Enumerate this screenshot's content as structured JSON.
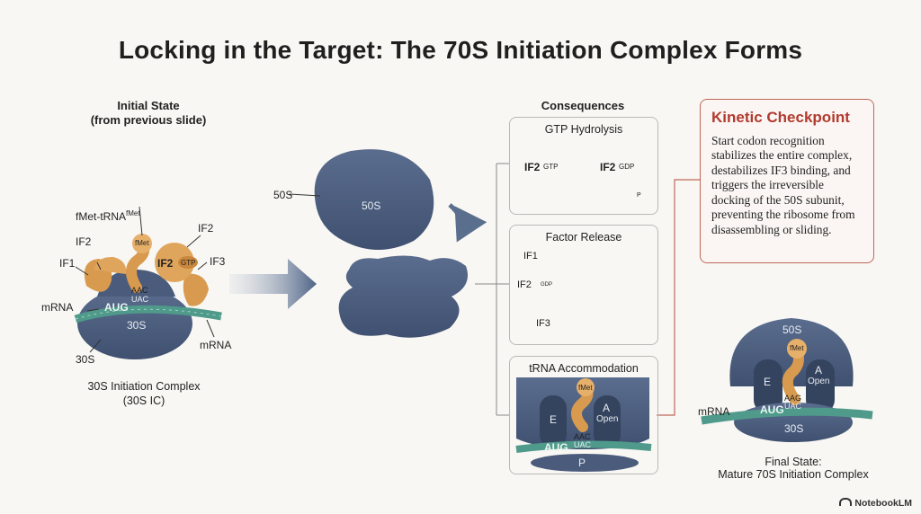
{
  "title": "Locking in the Target: The 70S Initiation Complex Forms",
  "initial_state": {
    "heading_line1": "Initial State",
    "heading_line2": "(from previous slide)",
    "labels": {
      "fmet_trna": "fMet-tRNA",
      "fmet_sup": "fMet",
      "fmet": "fMet",
      "if2_left": "IF2",
      "if1": "IF1",
      "if2_right": "IF2",
      "if2_gtp_if": "IF2",
      "gtp": "GTP",
      "if3": "IF3",
      "mrna_left": "mRNA",
      "mrna_right": "mRNA",
      "aug": "AUG",
      "uac": "UAC",
      "aac": "AAC",
      "s30_body": "30S",
      "s30_pointer": "30S"
    },
    "caption_line1": "30S Initiation Complex",
    "caption_line2": "(30S IC)"
  },
  "middle": {
    "label_50s_outside": "50S",
    "label_50s_inside": "50S"
  },
  "consequences": {
    "heading": "Consequences",
    "gtp_hydrolysis": {
      "title": "GTP Hydrolysis",
      "if2_a": "IF2",
      "gtp": "GTP",
      "if2_b": "IF2",
      "gdp": "GDP",
      "p": "P"
    },
    "factor_release": {
      "title": "Factor Release",
      "if1": "IF1",
      "if2": "IF2",
      "gdp": "GDP",
      "if3": "IF3"
    },
    "trna_accommodation": {
      "title": "tRNA Accommodation",
      "fmet": "fMet",
      "e": "E",
      "a": "A",
      "open": "Open",
      "aac": "AAC",
      "uac": "UAC",
      "aug": "AUG",
      "p": "P"
    }
  },
  "checkpoint": {
    "title": "Kinetic Checkpoint",
    "body": "Start codon recognition stabilizes the entire complex, destabilizes IF3 binding, and triggers the irreversible docking of the 50S subunit, preventing the ribosome from disassembling or sliding."
  },
  "final_state": {
    "s50": "50S",
    "fmet": "fMet",
    "e": "E",
    "a": "A",
    "open": "Open",
    "aag": "AAG",
    "uac": "UAC",
    "aug": "AUG",
    "mrna": "mRNA",
    "s30": "30S",
    "caption_line1": "Final State:",
    "caption_line2": "Mature 70S Initiation Complex"
  },
  "brand": "NotebookLM",
  "colors": {
    "ribosome": "#4d5f7f",
    "ribosome_dark": "#3b4a66",
    "factor": "#d89a4e",
    "mrna": "#4f9a8a",
    "checkpoint_accent": "#b23a2e",
    "arrow": "#5a6e8e"
  }
}
